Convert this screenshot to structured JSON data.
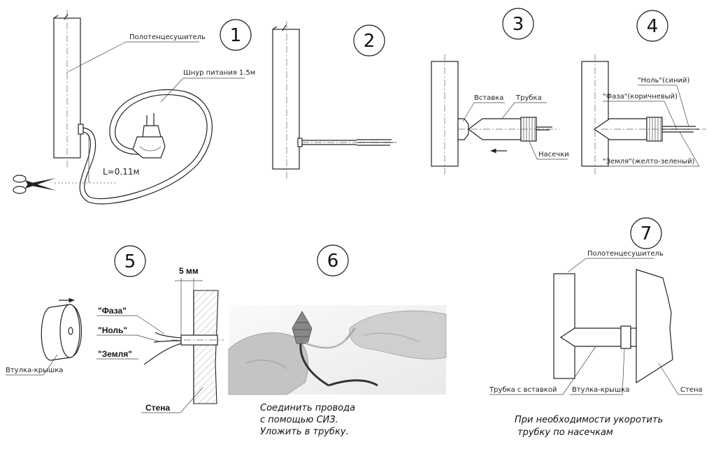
{
  "steps": [
    "1",
    "2",
    "3",
    "4",
    "5",
    "6",
    "7"
  ],
  "panel1": {
    "towel_warmer_label": "Полотенцесушитель",
    "cord_label": "Шнур питания 1.5м",
    "length_label": "L=0.11м"
  },
  "panel3": {
    "insert_label": "Вставка",
    "tube_label": "Трубка",
    "notches_label": "Насечки"
  },
  "panel4": {
    "neutral_label": "\"Ноль\"(синий)",
    "phase_label": "\"Фаза\"(коричневый)",
    "ground_label": "\"Земля\"(желто-зеленый)"
  },
  "panel5": {
    "dimension_label": "5 мм",
    "phase_label": "\"Фаза\"",
    "neutral_label": "\"Ноль\"",
    "ground_label": "\"Земля\"",
    "cap_label": "Втулка-крышка",
    "wall_label": "Стена"
  },
  "panel6": {
    "caption": [
      "Соединить провода",
      "с помощью СИЗ.",
      "Уложить в трубку."
    ]
  },
  "panel7": {
    "towel_warmer_label": "Полотенцесушитель",
    "tube_insert_label": "Трубка с вставкой",
    "cap_label": "Втулка-крышка",
    "wall_label": "Стена",
    "caption": [
      "При необходимости укоротить",
      "трубку  по насечкам"
    ]
  },
  "colors": {
    "line": "#222222",
    "background": "#ffffff",
    "photo_shade": "#b8b8b8"
  },
  "icons": [
    "scissors-icon",
    "power-plug-icon",
    "arrow-right-icon",
    "arrow-left-icon"
  ]
}
